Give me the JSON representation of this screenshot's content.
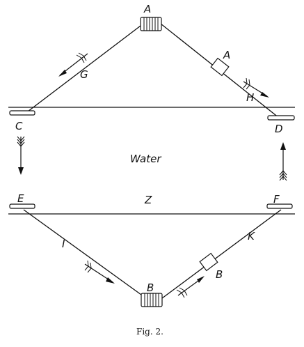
{
  "labels": {
    "a_top": "A",
    "a_carriage": "A",
    "b_bottom": "B",
    "b_carriage": "B",
    "c": "C",
    "d": "D",
    "e": "E",
    "f": "F",
    "g": "G",
    "h": "H",
    "i": "I",
    "k": "K",
    "z": "Z",
    "water": "Water"
  },
  "caption": "Fig. 2."
}
